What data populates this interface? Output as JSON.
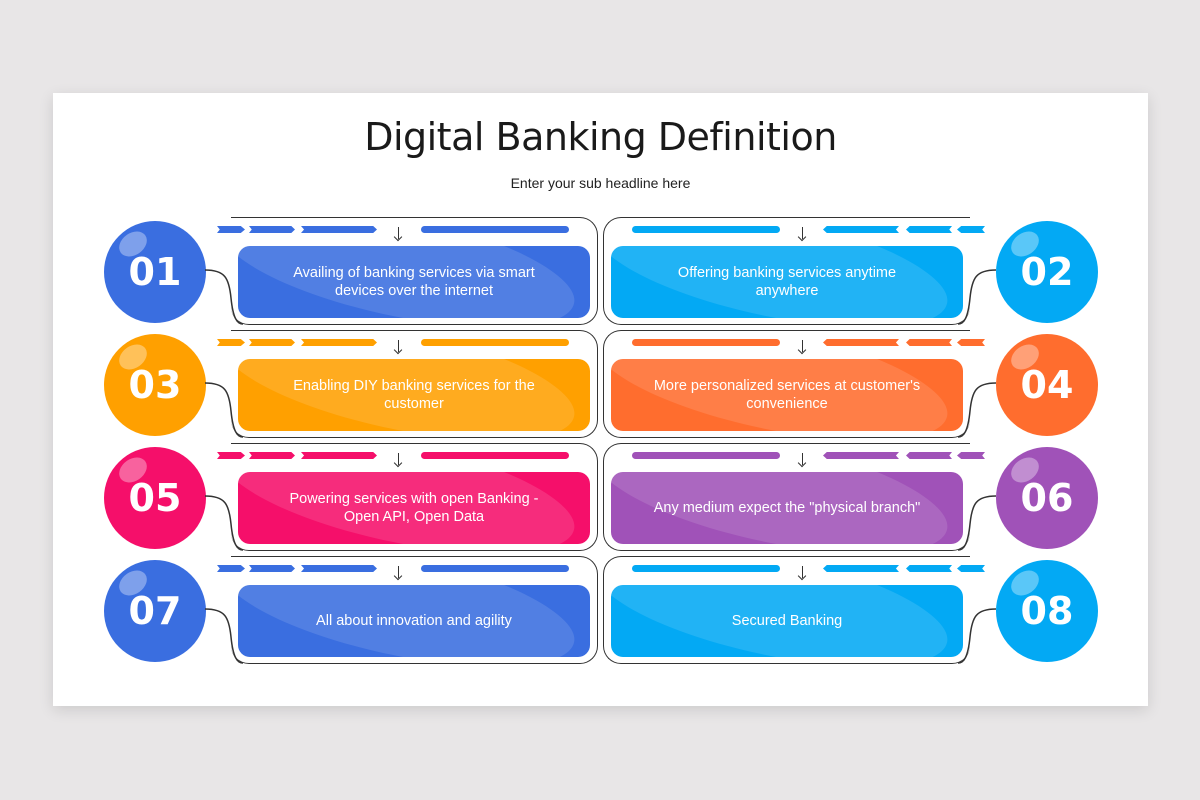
{
  "slide": {
    "title": "Digital Banking Definition",
    "subtitle": "Enter your sub headline here"
  },
  "items": [
    {
      "number": "01",
      "text": "Availing of banking services via smart devices over the internet",
      "color": "#3a6ee0",
      "side": "left"
    },
    {
      "number": "02",
      "text": "Offering banking services anytime anywhere",
      "color": "#03a9f4",
      "side": "right"
    },
    {
      "number": "03",
      "text": "Enabling DIY banking services for the customer",
      "color": "#ffa000",
      "side": "left"
    },
    {
      "number": "04",
      "text": "More personalized services at customer's convenience",
      "color": "#ff6d2e",
      "side": "right"
    },
    {
      "number": "05",
      "text": "Powering services with open Banking - Open API, Open Data",
      "color": "#f50f6a",
      "side": "left"
    },
    {
      "number": "06",
      "text": "Any medium expect the \"physical branch\"",
      "color": "#a052b8",
      "side": "right"
    },
    {
      "number": "07",
      "text": "All about innovation and agility",
      "color": "#3a6ee0",
      "side": "left"
    },
    {
      "number": "08",
      "text": "Secured Banking",
      "color": "#03a9f4",
      "side": "right"
    }
  ]
}
